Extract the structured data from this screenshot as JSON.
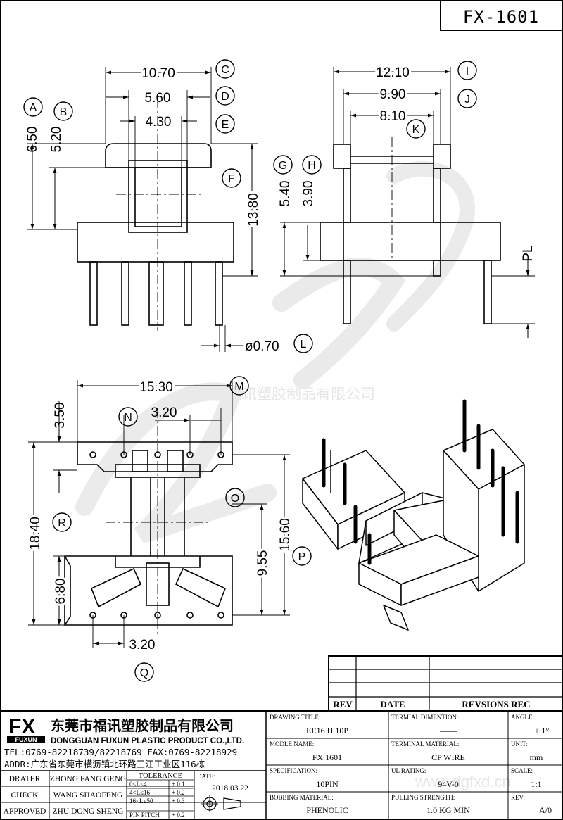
{
  "header": {
    "part_number": "FX-1601"
  },
  "watermark": {
    "company_cn": "东莞市福讯塑胶制品有限公司",
    "site": "www.dgfxd.cn"
  },
  "dims": {
    "top_width_outer": "10.70",
    "top_width_mid": "5.60",
    "top_width_inner": "4.30",
    "height_a": "6.50",
    "height_b": "5.20",
    "height_total": "13.80",
    "side_width_outer": "12.10",
    "side_width_mid": "9.90",
    "side_width_inner": "8.10",
    "height_g": "5.40",
    "height_h": "3.90",
    "pl": "PL",
    "pin_dia": "ø0.70",
    "base_width": "15.30",
    "dim_3_50": "3.50",
    "pitch_top": "3.20",
    "height_r": "18.40",
    "height_p": "15.60",
    "dim_9_55": "9.55",
    "dim_6_80": "6.80",
    "pitch_bottom": "3.20"
  },
  "letters": {
    "A": "A",
    "B": "B",
    "C": "C",
    "D": "D",
    "E": "E",
    "F": "F",
    "G": "G",
    "H": "H",
    "I": "I",
    "J": "J",
    "K": "K",
    "L": "L",
    "M": "M",
    "N": "N",
    "O": "O",
    "P": "P",
    "Q": "Q",
    "R": "R"
  },
  "revision_table": {
    "rev": "REV",
    "date": "DATE",
    "revisions": "REVSIONS REC"
  },
  "company": {
    "logo": "FX",
    "logo_sub": "FUXUN",
    "name_cn": "东莞市福讯塑胶制品有限公司",
    "name_en": "DONGGUAN FUXUN PLASTIC PRODUCT CO.,LTD.",
    "tel": "TEL:0769-82218739/82218769 FAX:0769-82218929",
    "addr": "ADDR:广东省东莞市横沥镇北环路三江工业区116栋"
  },
  "people": {
    "drater_label": "DRATER",
    "drater": "ZHONG FANG GENG",
    "check_label": "CHECK",
    "check": "WANG SHAOFENG",
    "approved_label": "APPROVED",
    "approved": "ZHU DONG SHENG"
  },
  "tolerance": {
    "title": "TOLERANCE",
    "rows": [
      {
        "range": "0<L≤4",
        "value": "+ 0.1"
      },
      {
        "range": "4<L≤16",
        "value": "+ 0.2"
      },
      {
        "range": "16<L≤50",
        "value": "+ 0.3"
      },
      {
        "range": "PIN PITCH",
        "value": "+ 0.2"
      }
    ]
  },
  "date": {
    "label": "DATE:",
    "value": "2018.03.22"
  },
  "fields": {
    "drawing_title_label": "DRAWING TITLE:",
    "drawing_title": "EE16 H 10P",
    "terminal_dim_label": "TERMIAL DIMENTION:",
    "terminal_dim": "——",
    "angle_label": "ANGLE:",
    "angle": "± 1°",
    "model_label": "MODLE NAME:",
    "model": "FX 1601",
    "terminal_mat_label": "TERMINAL MATERIAL:",
    "terminal_mat": "CP WIRE",
    "unit_label": "UNIT:",
    "unit": "mm",
    "spec_label": "SPECIFICATION:",
    "spec": "10PIN",
    "ul_label": "UL RATING:",
    "ul": "94V-0",
    "scale_label": "SCALE:",
    "scale": "1:1",
    "bobbin_label": "BOBBING MATERIAL:",
    "bobbin": "PHENOLIC",
    "pulling_label": "PULLING STRENGTH:",
    "pulling": "1.0 KG MIN",
    "rev_label": "REV:",
    "rev": "A/0"
  }
}
